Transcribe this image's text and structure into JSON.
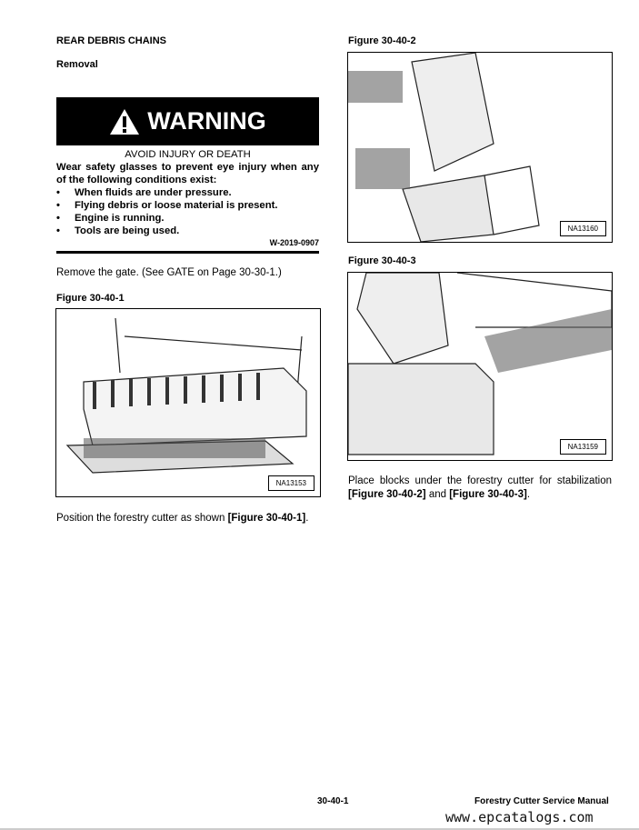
{
  "left": {
    "section_title": "REAR DEBRIS CHAINS",
    "subsection": "Removal",
    "warning": {
      "title": "WARNING",
      "headline": "AVOID INJURY OR DEATH",
      "intro": "Wear safety glasses to prevent eye injury when any of the following conditions exist:",
      "items": [
        "When fluids are under pressure.",
        "Flying debris or loose material is present.",
        "Engine is running.",
        "Tools are being used."
      ],
      "code": "W-2019-0907"
    },
    "step1": "Remove the gate. (See GATE on Page 30-30-1.)",
    "figure1": {
      "caption": "Figure 30-40-1",
      "tag": "NA13153"
    },
    "step2_prefix": "Position the forestry cutter as shown ",
    "step2_ref": "[Figure 30-40-1]",
    "step2_suffix": "."
  },
  "right": {
    "figure2": {
      "caption": "Figure 30-40-2",
      "tag": "NA13160"
    },
    "figure3": {
      "caption": "Figure 30-40-3",
      "tag": "NA13159"
    },
    "step3_prefix": "Place blocks under the forestry cutter for stabilization ",
    "step3_ref1": "[Figure 30-40-2]",
    "step3_mid": " and ",
    "step3_ref2": "[Figure 30-40-3]",
    "step3_suffix": "."
  },
  "footer": {
    "page": "30-40-1",
    "manual": "Forestry Cutter Service Manual",
    "watermark": "www.epcatalogs.com"
  }
}
